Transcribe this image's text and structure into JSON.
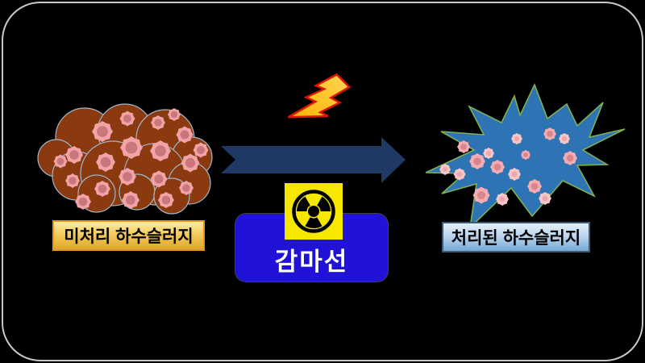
{
  "slide": {
    "background_color": "#000000",
    "frame_border_color": "#C9C9C9"
  },
  "labels": {
    "untreated": "미처리 하수슬러지",
    "gamma": "감마선",
    "treated": "처리된 하수슬러지"
  },
  "icons": {
    "lightning": "lightning-bolt",
    "radiation": "radiation-trefoil",
    "arrow": "process-arrow-right",
    "untreated_blob": "sludge-cell-cluster",
    "treated_burst": "explosion-starburst"
  },
  "colors": {
    "arrow_navy": "#1F3864",
    "sludge_brown": "#8B3A10",
    "blob_outline": "#9FB6C9",
    "cell_pink": "#F2A3A8",
    "cell_nucleus": "#C9767D",
    "starburst_blue": "#2E74B5",
    "starburst_outline": "#7FAF54",
    "gamma_box_blue": "#2012D6",
    "radiation_yellow": "#F6E700",
    "bolt_yellow": "#FFD24A",
    "bolt_orange": "#FFB100",
    "bolt_outline": "#DE1607",
    "label_untreated_border": "#E8971E",
    "label_untreated_fill_top": "#FCEDA6",
    "label_untreated_fill_bottom": "#DFA62A",
    "label_treated_border": "#3A5B73",
    "label_treated_fill_top": "#E3EFF9",
    "label_treated_fill_bottom": "#74A9D8"
  }
}
